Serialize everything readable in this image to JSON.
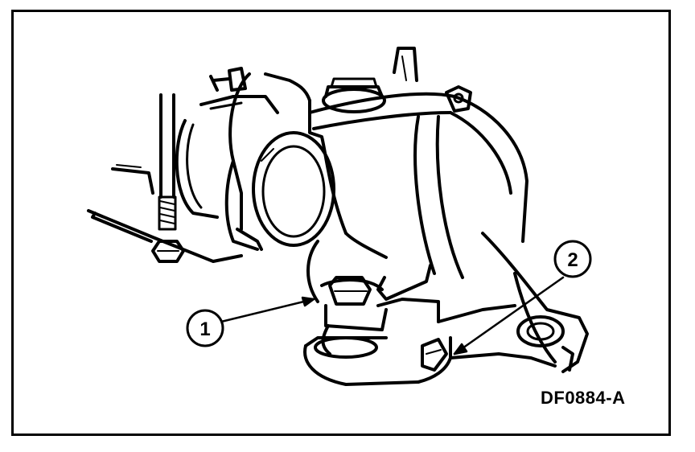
{
  "figure": {
    "code": "DF0884-A",
    "callouts": [
      {
        "number": "1"
      },
      {
        "number": "2"
      }
    ]
  },
  "colors": {
    "ink": "#000000",
    "paper": "#ffffff"
  }
}
